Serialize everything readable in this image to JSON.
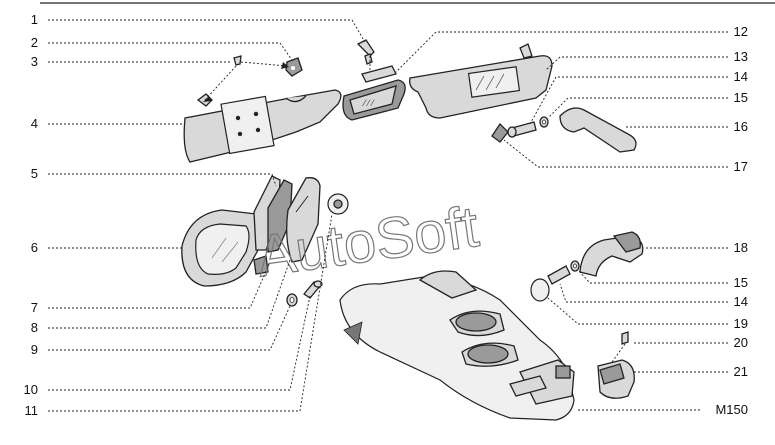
{
  "callouts_left": [
    "1",
    "2",
    "3",
    "4",
    "5",
    "6",
    "7",
    "8",
    "9",
    "10",
    "11"
  ],
  "callouts_right": [
    "12",
    "13",
    "14",
    "15",
    "16",
    "17",
    "18",
    "15",
    "14",
    "19",
    "20",
    "21",
    "M150"
  ],
  "watermark": "AutoSoft",
  "colors": {
    "ink": "#222222",
    "fill": "#d9d9d9",
    "shade": "#9a9a9a"
  }
}
